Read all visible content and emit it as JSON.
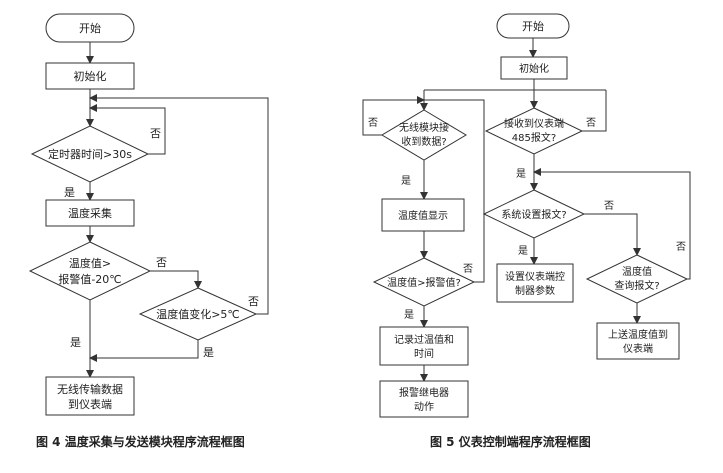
{
  "fig4": {
    "start": "开始",
    "init": "初始化",
    "timer": "定时器时间>30s",
    "timer_no": "否",
    "timer_yes": "是",
    "collect": "温度采集",
    "alarm_line1": "温度值>",
    "alarm_line2": "报警值-20℃",
    "alarm_no": "否",
    "alarm_yes": "是",
    "change": "温度值变化>5℃",
    "change_no": "否",
    "change_yes": "是",
    "transmit_line1": "无线传输数据",
    "transmit_line2": "到仪表端",
    "caption": "图 4   温度采集与发送模块程序流程框图"
  },
  "fig5": {
    "start": "开始",
    "init": "初始化",
    "wireless_line1": "无线模块接",
    "wireless_line2": "收到数据?",
    "wireless_no": "否",
    "wireless_yes": "是",
    "display": "温度值显示",
    "alarm": "温度值>报警值?",
    "alarm_no": "否",
    "alarm_yes": "是",
    "record_line1": "记录过温值和",
    "record_line2": "时间",
    "relay_line1": "报警继电器",
    "relay_line2": "动作",
    "msg485_line1": "接收到仪表端",
    "msg485_line2": "485报文?",
    "msg485_no": "否",
    "msg485_yes": "是",
    "sys_set": "系统设置报文?",
    "sys_no": "否",
    "sys_yes": "是",
    "set_param_line1": "设置仪表端控",
    "set_param_line2": "制器参数",
    "query_line1": "温度值",
    "query_line2": "查询报文?",
    "query_no": "否",
    "upload_line1": "上送温度值到",
    "upload_line2": "仪表端",
    "caption": "图 5   仪表控制端程序流程框图"
  }
}
